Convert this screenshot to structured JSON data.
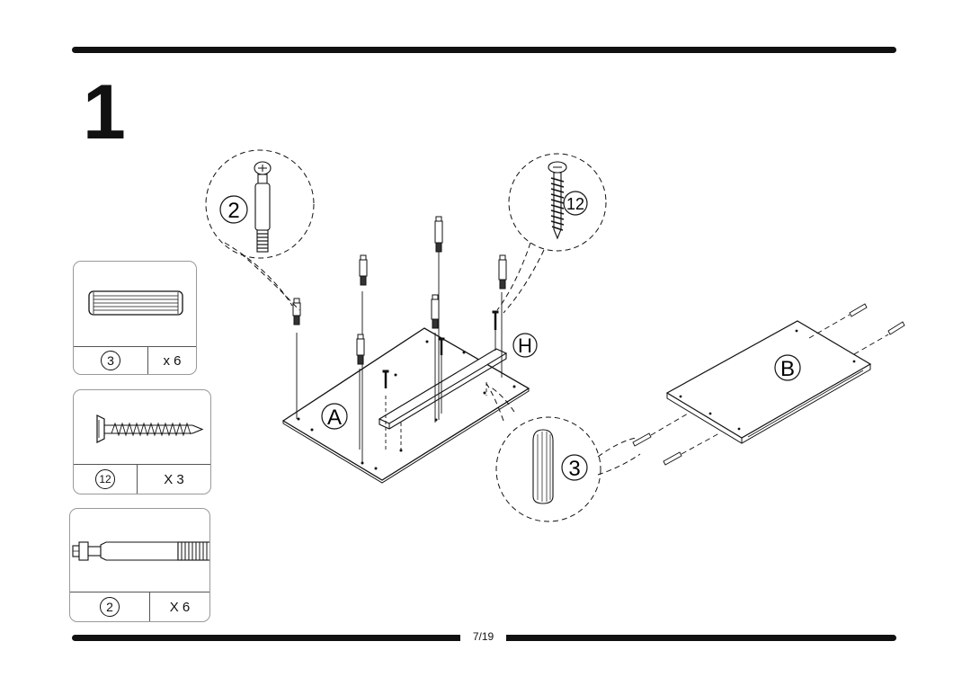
{
  "step": {
    "number": "1"
  },
  "footer": {
    "page": "7/19"
  },
  "parts": [
    {
      "id": "3",
      "quantity": "x 6",
      "item": "wooden dowel"
    },
    {
      "id": "12",
      "quantity": "X 3",
      "item": "screw"
    },
    {
      "id": "2",
      "quantity": "X 6",
      "item": "cam bolt"
    }
  ],
  "diagram": {
    "panel_labels": [
      "A",
      "H",
      "B"
    ],
    "callouts": [
      {
        "id": "2",
        "item": "cam bolt"
      },
      {
        "id": "12",
        "item": "screw"
      },
      {
        "id": "3",
        "item": "wooden dowel"
      }
    ]
  }
}
